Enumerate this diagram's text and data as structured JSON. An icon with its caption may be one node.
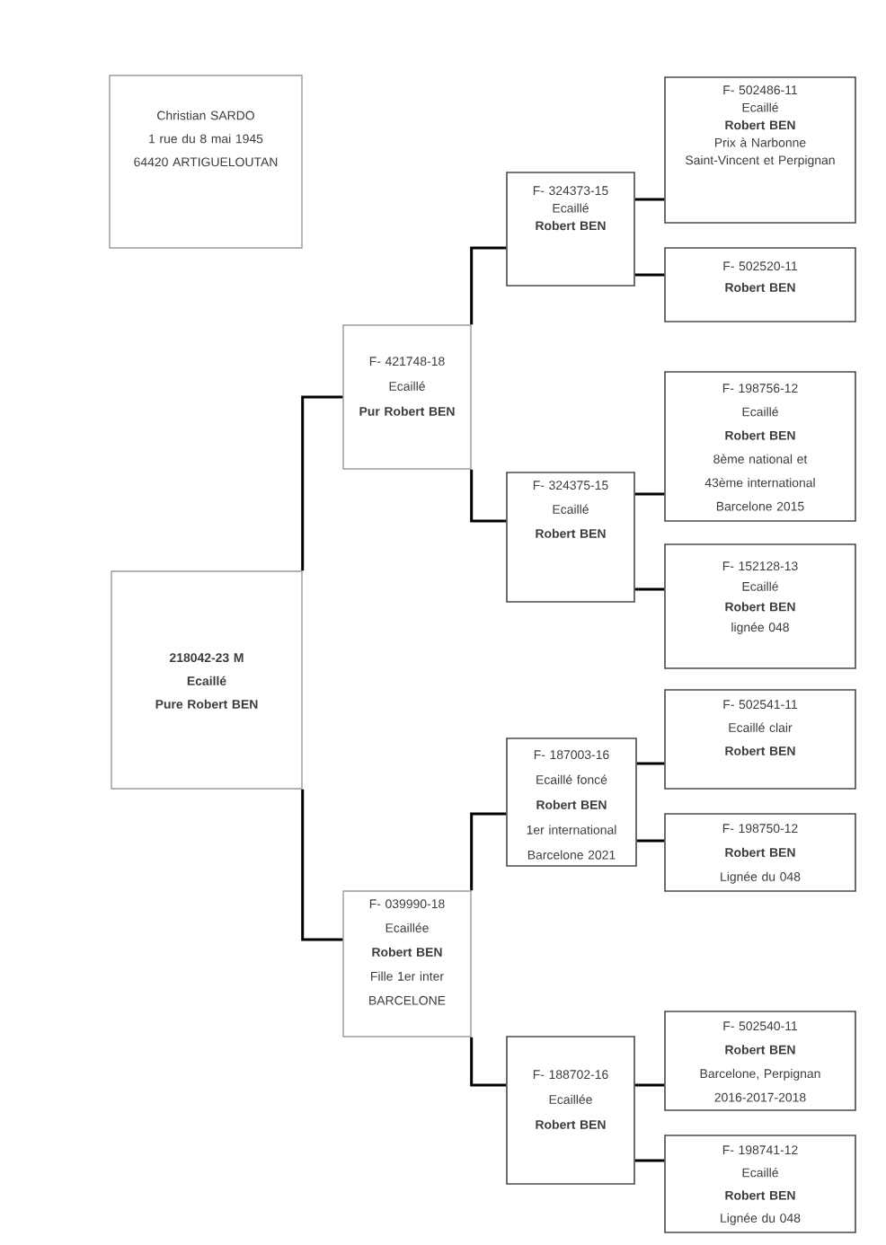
{
  "diagram": {
    "nodes": [
      {
        "text": [
          "Christian SARDO",
          "1 rue du 8 mai 1945",
          "64420 ARTIGUELOUTAN"
        ]
      },
      {
        "text": [
          "218042-23 M",
          "Ecaillé",
          "Pure Robert BEN"
        ]
      },
      {
        "text": [
          "F- 421748-18",
          "Ecaillé",
          "Pur Robert BEN"
        ]
      },
      {
        "text": [
          "F- 324373-15",
          "Ecaillé",
          "Robert BEN"
        ]
      },
      {
        "text": [
          "F- 502486-11",
          "Ecaillé",
          "Robert BEN",
          "Prix à Narbonne",
          "Saint-Vincent et Perpignan"
        ]
      },
      {
        "text": [
          "F- 502520-11",
          "Robert BEN"
        ]
      },
      {
        "text": [
          "F- 324375-15",
          "Ecaillé",
          "Robert BEN"
        ]
      },
      {
        "text": [
          "F- 198756-12",
          "Ecaillé",
          "Robert BEN",
          "8ème national et 43ème international Barcelone 2015"
        ]
      },
      {
        "text": [
          "F- 152128-13",
          "Ecaillé",
          "Robert BEN",
          "lignée 048"
        ]
      },
      {
        "text": [
          "F- 039990-18",
          "Ecaillée",
          "Robert BEN",
          "Fille 1er inter BARCELONE"
        ]
      },
      {
        "text": [
          "F- 187003-16",
          "Ecaillé foncé",
          "Robert BEN",
          "1er international Barcelone 2021"
        ]
      },
      {
        "text": [
          "F- 502541-11",
          "Ecaillé clair",
          "Robert BEN"
        ]
      },
      {
        "text": [
          "F- 198750-12",
          "Robert BEN",
          "Lignée du 048"
        ]
      },
      {
        "text": [
          "F- 188702-16",
          "Ecaillée",
          "Robert BEN"
        ]
      },
      {
        "text": [
          "F- 502540-11",
          "Robert BEN",
          "Barcelone, Perpignan 2016-2017-2018"
        ]
      },
      {
        "text": [
          "F- 198741-12",
          "Ecaillé",
          "Robert BEN",
          "Lignée du 048"
        ]
      }
    ],
    "edges": [
      {
        "from": 1,
        "to": 2,
        "arrow": "none"
      },
      {
        "from": 1,
        "to": 9,
        "arrow": "none"
      },
      {
        "from": 2,
        "to": 3,
        "arrow": "none"
      },
      {
        "from": 2,
        "to": 6,
        "arrow": "none"
      },
      {
        "from": 3,
        "to": 4,
        "arrow": "none"
      },
      {
        "from": 3,
        "to": 5,
        "arrow": "none"
      },
      {
        "from": 6,
        "to": 7,
        "arrow": "none"
      },
      {
        "from": 6,
        "to": 8,
        "arrow": "none"
      },
      {
        "from": 9,
        "to": 10,
        "arrow": "none"
      },
      {
        "from": 9,
        "to": 13,
        "arrow": "none"
      },
      {
        "from": 10,
        "to": 11,
        "arrow": "none"
      },
      {
        "from": 10,
        "to": 12,
        "arrow": "none"
      },
      {
        "from": 13,
        "to": 14,
        "arrow": "none"
      },
      {
        "from": 13,
        "to": 15,
        "arrow": "none"
      }
    ]
  }
}
